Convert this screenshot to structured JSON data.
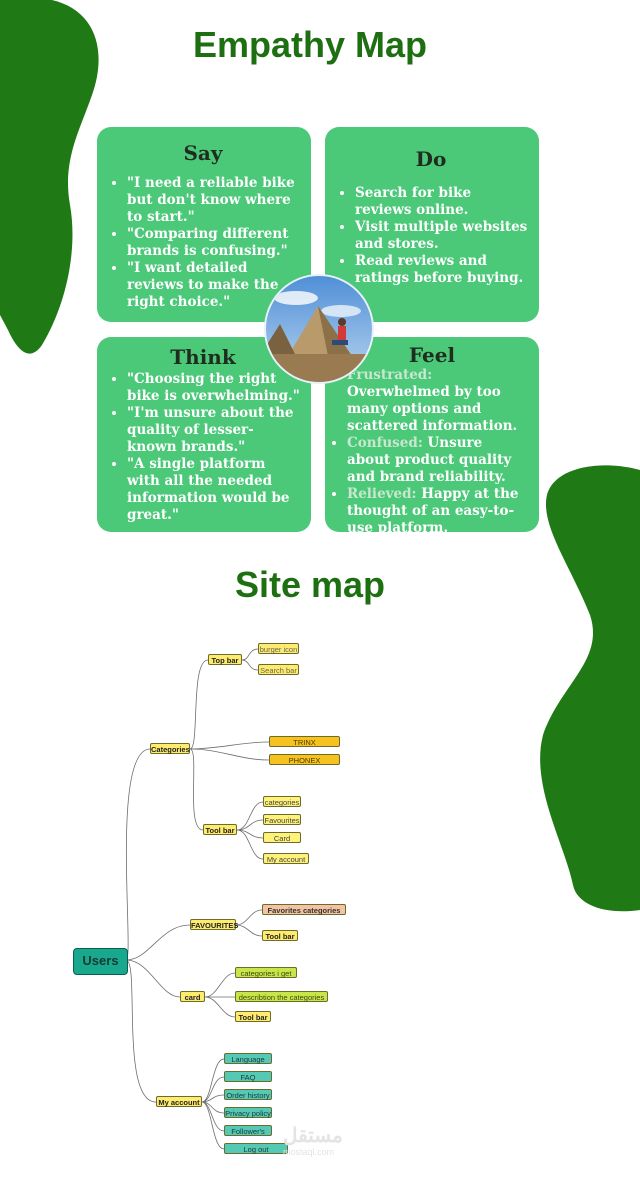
{
  "empathy_map": {
    "title": "Empathy Map",
    "say": {
      "heading": "Say",
      "items": [
        "\"I need a reliable bike but don't know where to start.\"",
        "\"Comparing different brands is confusing.\"",
        "\"I want detailed reviews to make the right choice.\""
      ]
    },
    "do": {
      "heading": "Do",
      "items": [
        "Search for bike reviews online.",
        "Visit multiple websites and stores.",
        "Read reviews and ratings before buying."
      ]
    },
    "think": {
      "heading": "Think",
      "items": [
        "\"Choosing the right bike is overwhelming.\"",
        "\"I'm unsure about the quality of lesser-known brands.\"",
        "\"A single platform with all the needed information would be great.\""
      ]
    },
    "feel": {
      "heading": "Feel",
      "items": [
        {
          "label": "Frustrated:",
          "text": "Overwhelmed by too many options and scattered information."
        },
        {
          "label": "Confused:",
          "text": "Unsure about product quality and brand reliability."
        },
        {
          "label": "Relieved:",
          "text": "Happy at the thought of an easy-to-use platform."
        }
      ]
    }
  },
  "site_map": {
    "title": "Site map",
    "root": "Users",
    "nodes": {
      "categories": "Categories",
      "top_bar": "Top bar",
      "burger_icon": "burger icon",
      "search_bar": "Search bar",
      "trinx": "TRINX",
      "phonex": "PHONEX",
      "tool_bar_1": "Tool bar",
      "tb_categories": "categories",
      "tb_favourites": "Favourites",
      "tb_card": "Card",
      "tb_my_account": "My account",
      "favourites": "FAVOURITES",
      "favorites_categories": "Favorites categories",
      "tool_bar_2": "Tool bar",
      "card": "card",
      "categories_i_get": "categories i get",
      "describtion": "describtion the categories",
      "tool_bar_3": "Tool bar",
      "my_account": "My account",
      "language": "Language",
      "faq": "FAQ",
      "order_history": "Order history",
      "privacy_policy": "Privacy policy",
      "followers": "Follower's",
      "log_out": "Log out"
    }
  },
  "watermark": {
    "arabic": "مستقل",
    "latin": "mostaql.com"
  },
  "colors": {
    "title_green": "#1e6e12",
    "card_green": "#4cc879",
    "blob_green": "#1f7a15",
    "root_teal": "#17a88e"
  }
}
